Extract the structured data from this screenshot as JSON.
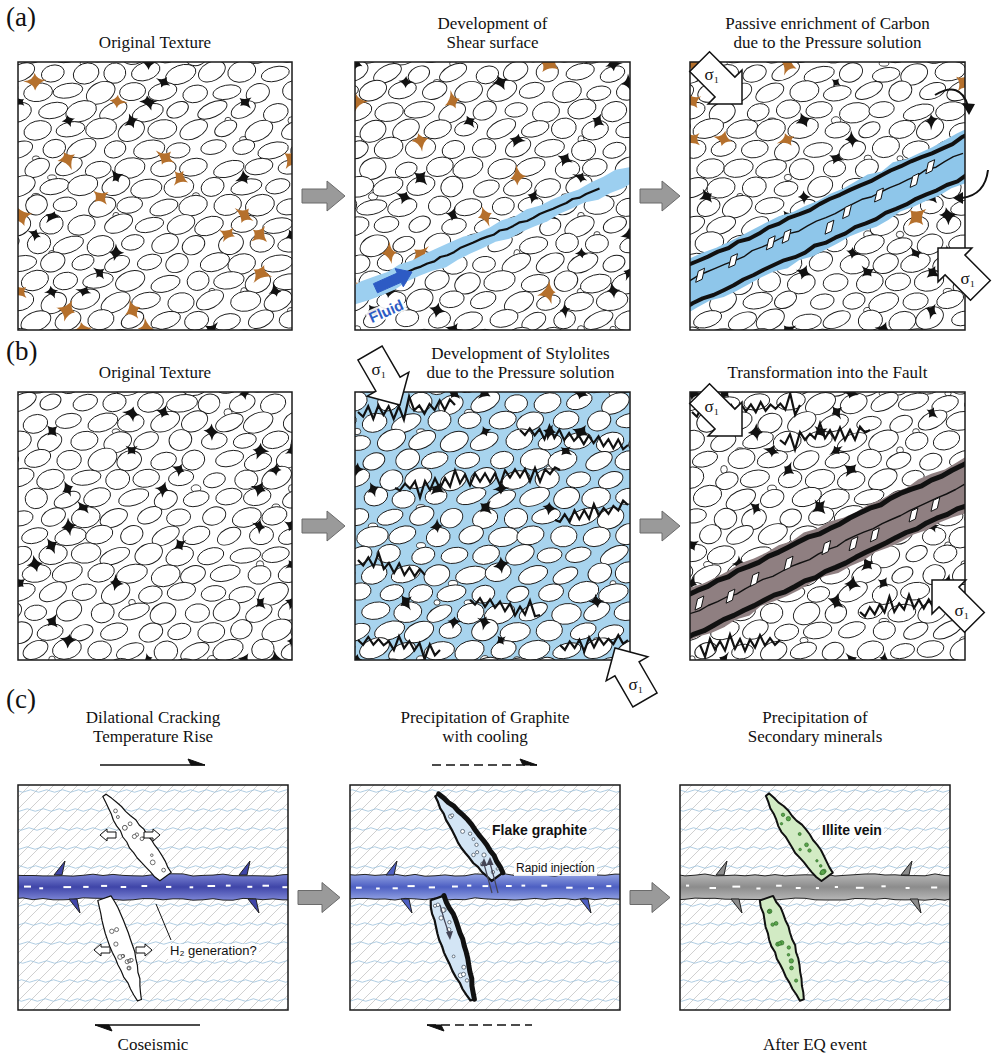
{
  "diagram": {
    "nodes": [
      {
        "text": [
          "Original Texture"
        ]
      },
      {
        "text": [
          "Development of Shear surface"
        ]
      },
      {
        "text": [
          "Passive enrichment of Carbon due to the Pressure solution"
        ]
      },
      {
        "text": [
          "Original Texture"
        ]
      },
      {
        "text": [
          "Development of Stylolites due to the Pressure solution"
        ]
      },
      {
        "text": [
          "Transformation into the Fault"
        ]
      },
      {
        "text": [
          "Dilational Cracking Temperature Rise"
        ]
      },
      {
        "text": [
          "Precipitation of Graphite with cooling"
        ]
      },
      {
        "text": [
          "Precipitation of Secondary minerals"
        ]
      }
    ],
    "edges": [
      {
        "from": 0,
        "to": 1,
        "arrow": "to"
      },
      {
        "from": 1,
        "to": 2,
        "arrow": "to"
      },
      {
        "from": 3,
        "to": 4,
        "arrow": "to"
      },
      {
        "from": 4,
        "to": 5,
        "arrow": "to"
      },
      {
        "from": 6,
        "to": 7,
        "arrow": "to"
      },
      {
        "from": 7,
        "to": 8,
        "arrow": "to"
      }
    ],
    "labels": [
      "(a)",
      "(b)",
      "(c)",
      "Fluid",
      "σ₁",
      "σ₁",
      "σ₁",
      "σ₁",
      "σ₁",
      "σ₁",
      "H₂ generation?",
      "Flake graphite",
      "Rapid injection",
      "Illite vein",
      "Coseismic",
      "After EQ event"
    ]
  }
}
